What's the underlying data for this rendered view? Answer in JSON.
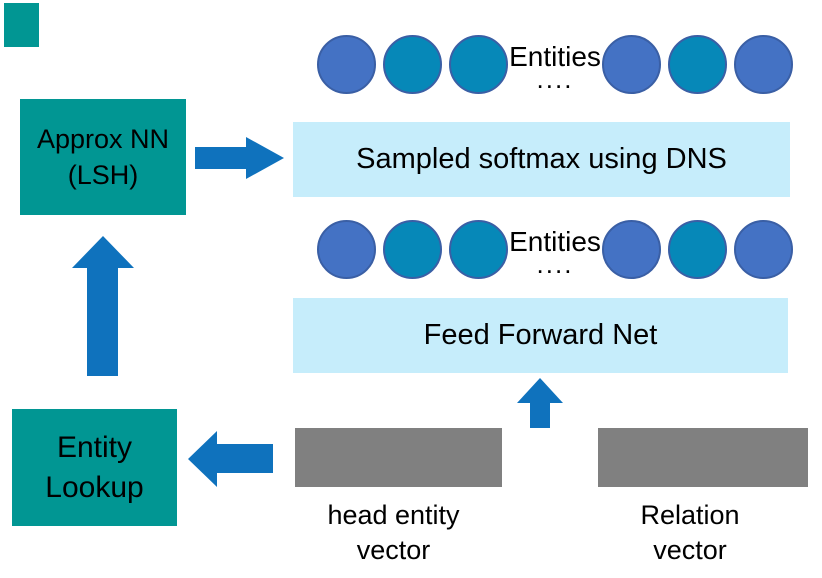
{
  "colors": {
    "background": "#FFFFFF",
    "teal": "#019693",
    "circle_blue": "#4472C4",
    "circle_teal": "#0688B8",
    "circle_border": "#3A5FA5",
    "layer_bar": "#C6EDFB",
    "arrow": "#0F72BD",
    "input_bar": "#808080",
    "text": "#000000"
  },
  "boxes": {
    "approx_nn": {
      "line1": "Approx NN",
      "line2": "(LSH)"
    },
    "entity_lookup": {
      "line1": "Entity",
      "line2": "Lookup"
    }
  },
  "layers": {
    "sampled_softmax": "Sampled softmax using DNS",
    "feed_forward": "Feed Forward Net"
  },
  "entity_rows": [
    {
      "label": "Entities",
      "dots": "....",
      "left_circles": [
        "blue",
        "teal",
        "teal"
      ],
      "right_circles": [
        "blue",
        "teal",
        "blue"
      ]
    },
    {
      "label": "Entities",
      "dots": "....",
      "left_circles": [
        "blue",
        "teal",
        "teal"
      ],
      "right_circles": [
        "blue",
        "teal",
        "blue"
      ]
    }
  ],
  "inputs": {
    "head_entity": {
      "line1": "head entity",
      "line2": "vector"
    },
    "relation": {
      "line1": "Relation",
      "line2": "vector"
    }
  }
}
